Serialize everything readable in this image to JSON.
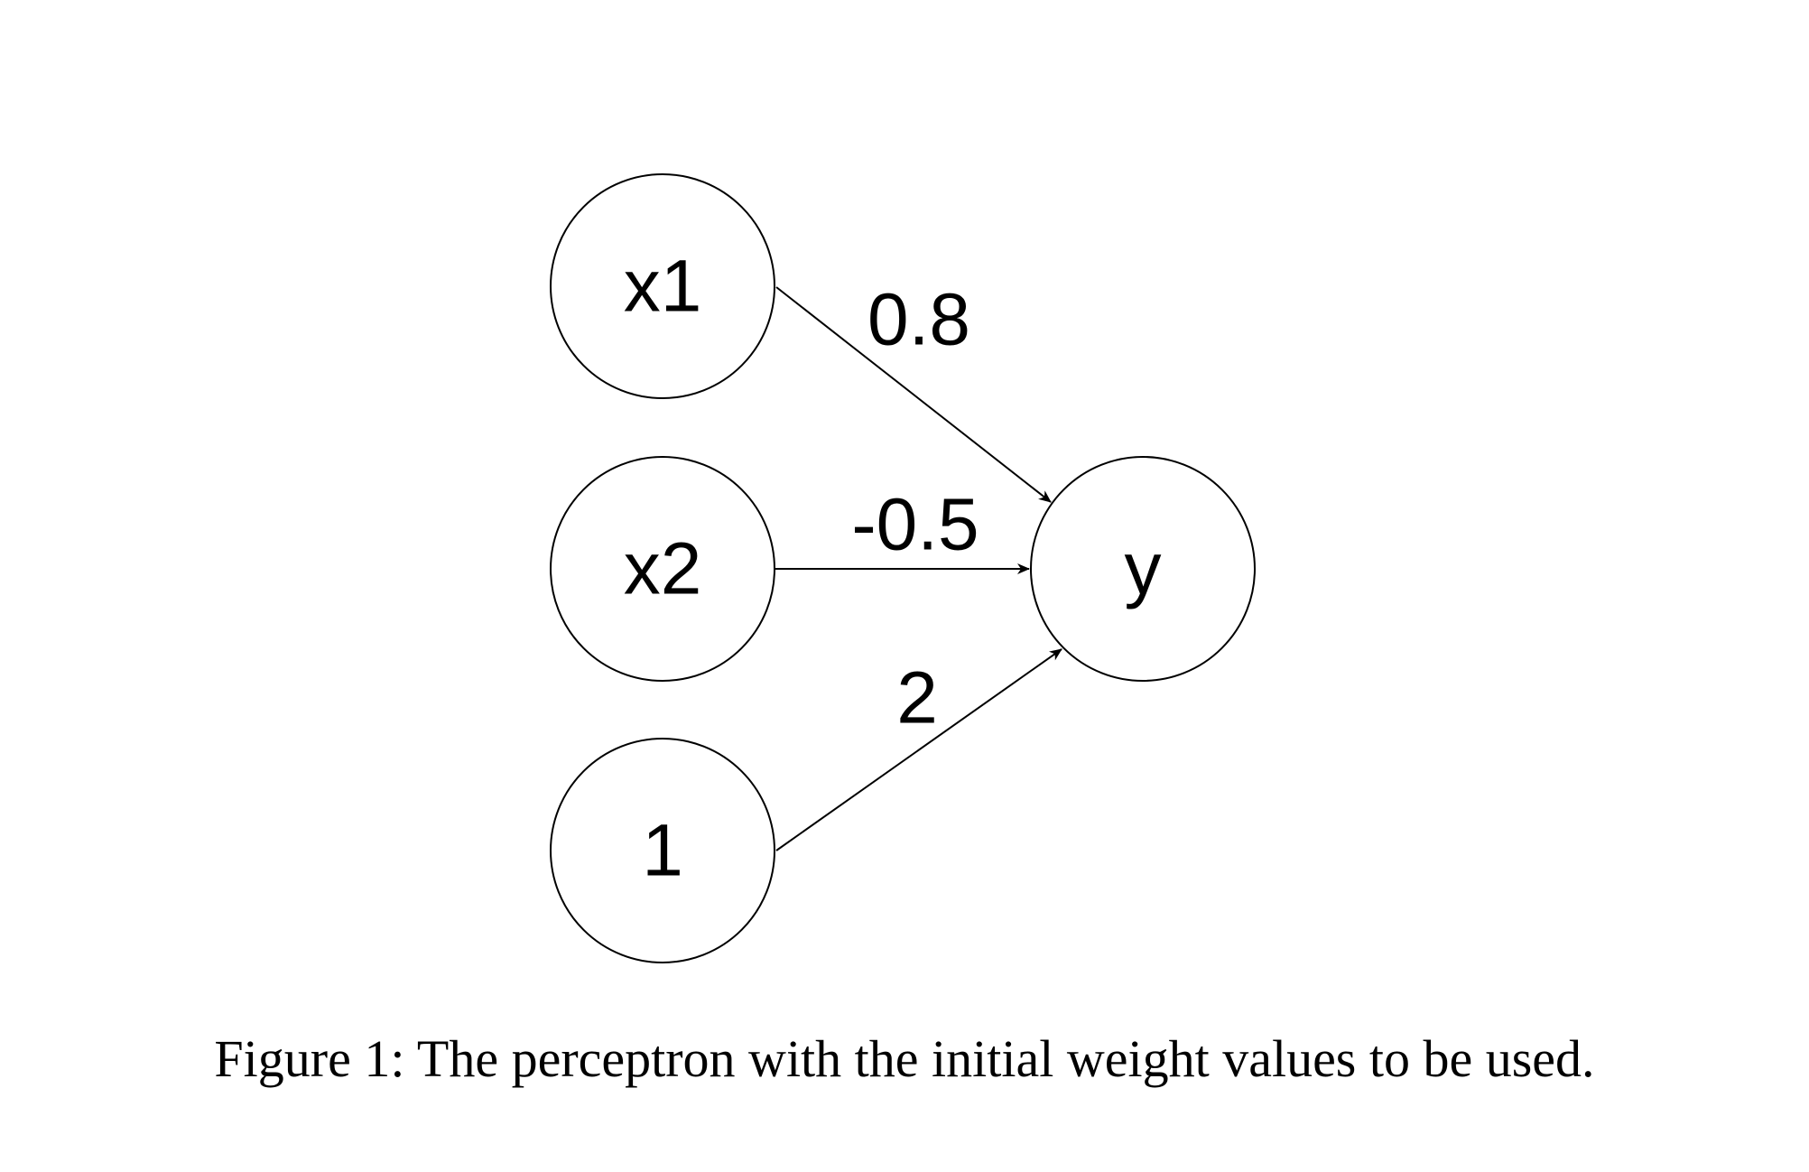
{
  "diagram": {
    "type": "perceptron",
    "nodes": {
      "x1": "x1",
      "x2": "x2",
      "bias": "1",
      "output": "y"
    },
    "weights": {
      "x1_to_y": "0.8",
      "x2_to_y": "-0.5",
      "bias_to_y": "2"
    }
  },
  "caption": "Figure 1: The perceptron with the initial weight values to be used."
}
